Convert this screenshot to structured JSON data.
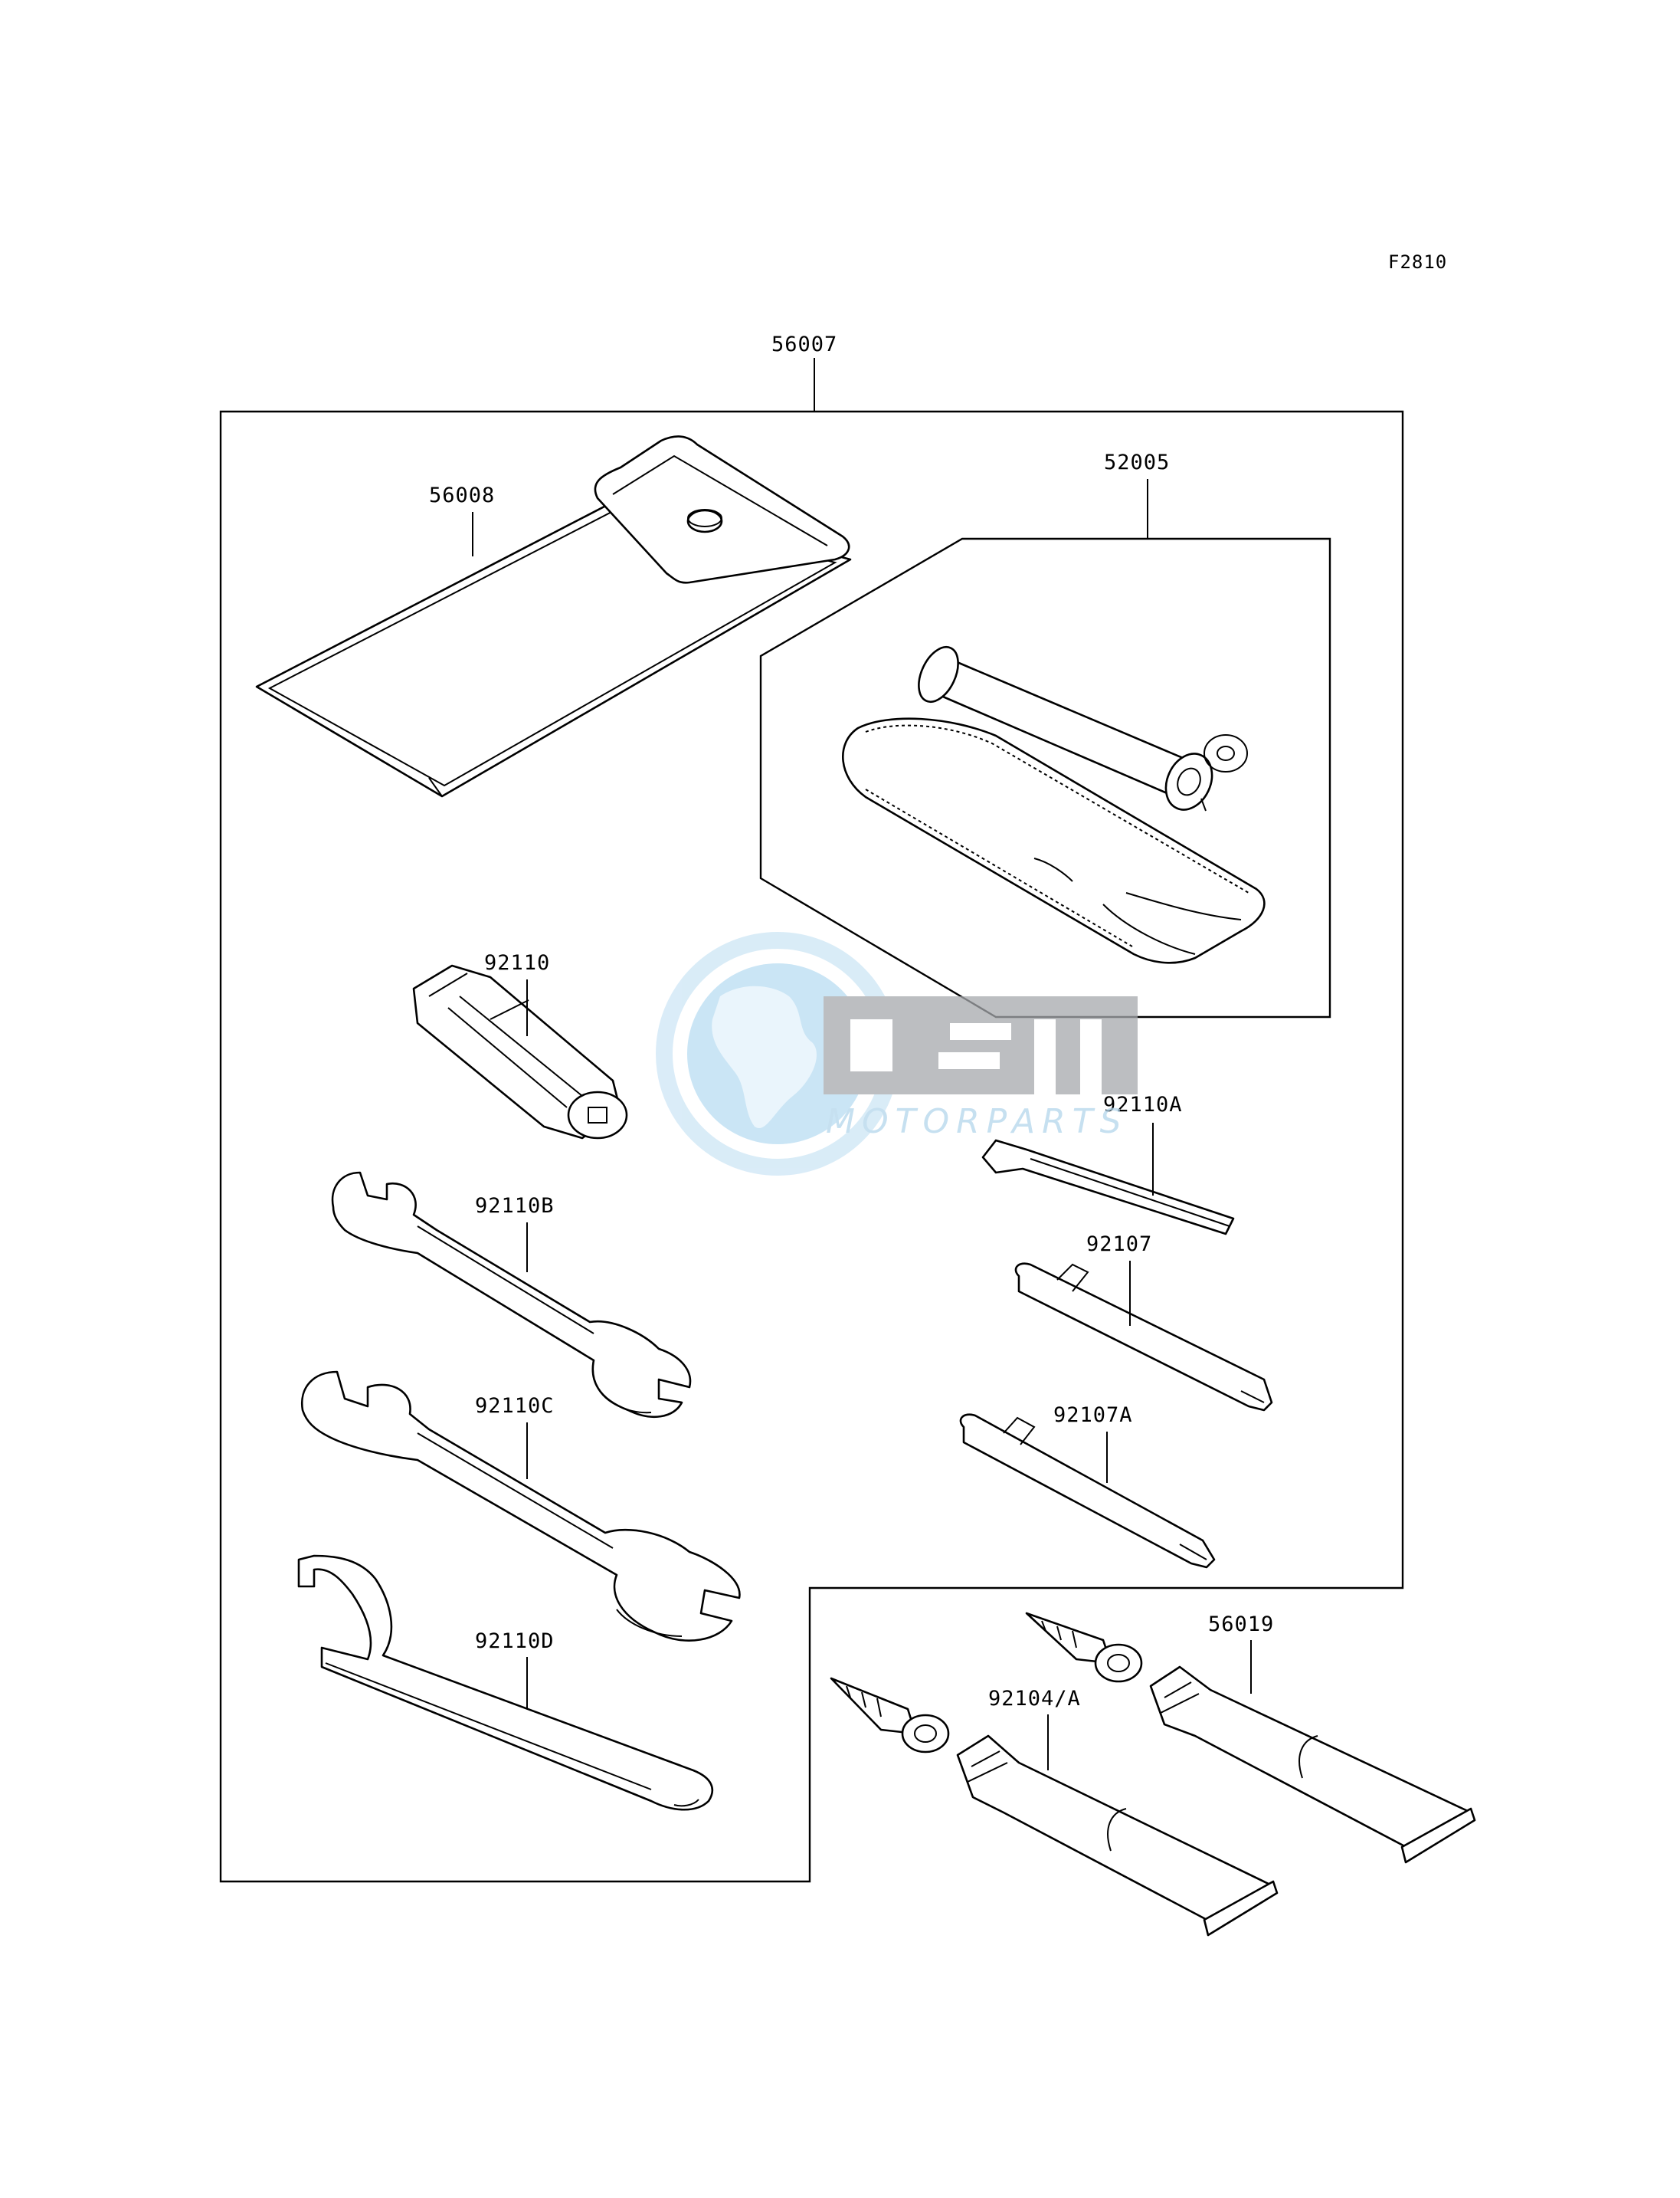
{
  "figure_code": "F2810",
  "watermark": {
    "brand": "OSM",
    "tagline": "MOTORPARTS",
    "color_primary": "#9fa2a6",
    "color_globe": "#7fc1e8"
  },
  "callouts": [
    {
      "id": "56007",
      "label": "56007"
    },
    {
      "id": "56008",
      "label": "56008"
    },
    {
      "id": "52005",
      "label": "52005"
    },
    {
      "id": "92110",
      "label": "92110"
    },
    {
      "id": "92110A",
      "label": "92110A"
    },
    {
      "id": "92110B",
      "label": "92110B"
    },
    {
      "id": "92107",
      "label": "92107"
    },
    {
      "id": "92110C",
      "label": "92110C"
    },
    {
      "id": "92107A",
      "label": "92107A"
    },
    {
      "id": "92110D",
      "label": "92110D"
    },
    {
      "id": "56019",
      "label": "56019"
    },
    {
      "id": "92104A",
      "label": "92104/A"
    }
  ]
}
